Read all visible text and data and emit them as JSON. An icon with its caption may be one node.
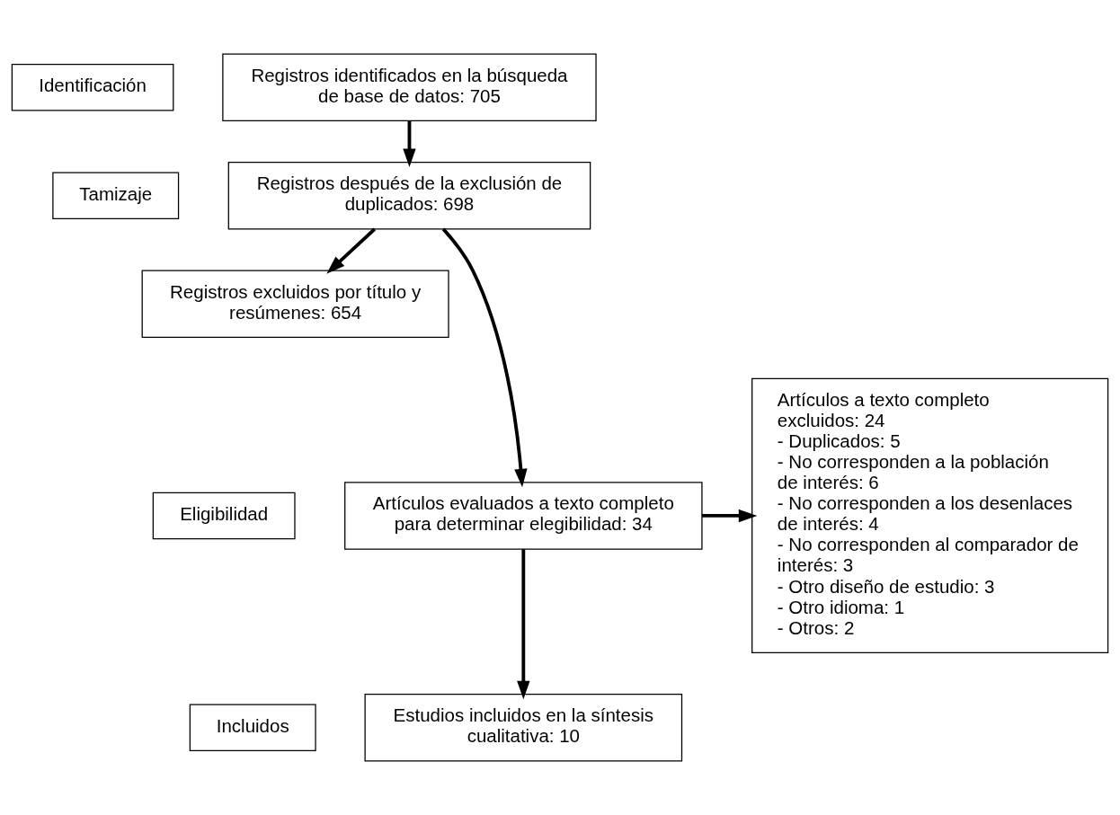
{
  "diagram": {
    "nodes": [
      {
        "text": [
          "Identificación"
        ]
      },
      {
        "text": [
          "Tamizaje"
        ]
      },
      {
        "text": [
          "Eligibilidad"
        ]
      },
      {
        "text": [
          "Incluidos"
        ]
      },
      {
        "text": [
          "Registros identificados en la búsqueda de base de datos: 705"
        ]
      },
      {
        "text": [
          "Registros después de la exclusión de duplicados: 698"
        ]
      },
      {
        "text": [
          "Registros excluidos por título y resúmenes: 654"
        ]
      },
      {
        "text": [
          "Artículos evaluados a texto completo para determinar elegibilidad: 34"
        ]
      },
      {
        "text": [
          "Artículos a texto completo excluidos: 24",
          "- Duplicados: 5",
          "- No corresponden a la población de interés: 6",
          "- No corresponden a los desenlaces de interés: 4",
          "- No corresponden al comparador de interés: 3",
          "- Otro diseño de estudio: 3",
          "- Otro idioma: 1",
          "- Otros: 2"
        ]
      },
      {
        "text": [
          "Estudios incluidos en la síntesis cualitativa: 10"
        ]
      }
    ],
    "edges": [
      {
        "from": 4,
        "to": 5,
        "arrow": "to"
      },
      {
        "from": 5,
        "to": 6,
        "arrow": "to"
      },
      {
        "from": 5,
        "to": 7,
        "arrow": "to"
      },
      {
        "from": 7,
        "to": 8,
        "arrow": "to"
      },
      {
        "from": 7,
        "to": 9,
        "arrow": "to"
      }
    ]
  }
}
